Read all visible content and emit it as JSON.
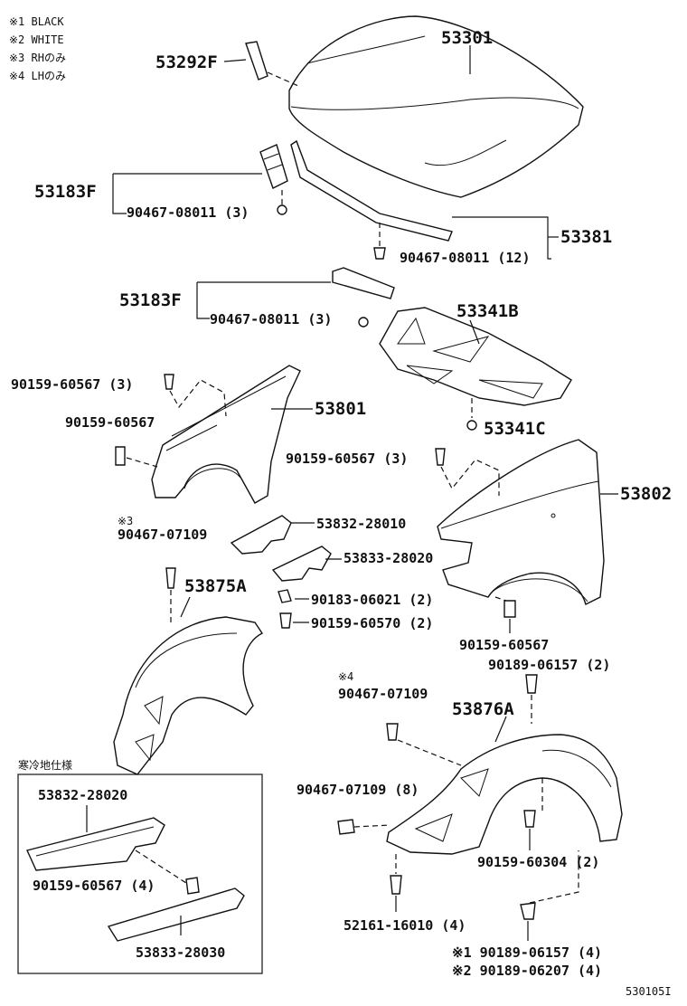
{
  "legend": [
    "※1 BLACK",
    "※2 WHITE",
    "※3 RHのみ",
    "※4 LHのみ"
  ],
  "labels": {
    "hood": "53301",
    "hood_clip": "53292F",
    "seal_upper": "53183F",
    "seal_upper_clip": "90467-08011 (3)",
    "hood_weatherstrip": "53381",
    "weatherstrip_clip": "90467-08011 (12)",
    "seal_lower": "53183F",
    "seal_lower_clip": "90467-08011 (3)",
    "insulator": "53341B",
    "insulator_clip": "53341C",
    "bolt_3_left": "90159-60567 (3)",
    "bolt_left": "90159-60567",
    "fender_rh": "53801",
    "bolt_3_right": "90159-60567 (3)",
    "fender_lh": "53802",
    "note3_mark": "※3",
    "clip_rh": "90467-07109",
    "seal_a": "53832-28010",
    "seal_b": "53833-28020",
    "liner_rh": "53875A",
    "nut": "90183-06021 (2)",
    "bolt_2": "90159-60570 (2)",
    "bolt_right_bottom": "90159-60567",
    "screw_top": "90189-06157 (2)",
    "note4_mark": "※4",
    "clip_lh": "90467-07109",
    "liner_lh": "53876A",
    "clip_8": "90467-07109 (8)",
    "bolt_304": "90159-60304 (2)",
    "clip_52161": "52161-16010 (4)",
    "screw_note1": "※1 90189-06157 (4)",
    "screw_note2": "※2 90189-06207 (4)",
    "inset_title": "寒冷地仕様",
    "inset_seal_a": "53832-28020",
    "inset_bolt": "90159-60567 (4)",
    "inset_seal_b": "53833-28030",
    "diagram_code": "530105I"
  }
}
